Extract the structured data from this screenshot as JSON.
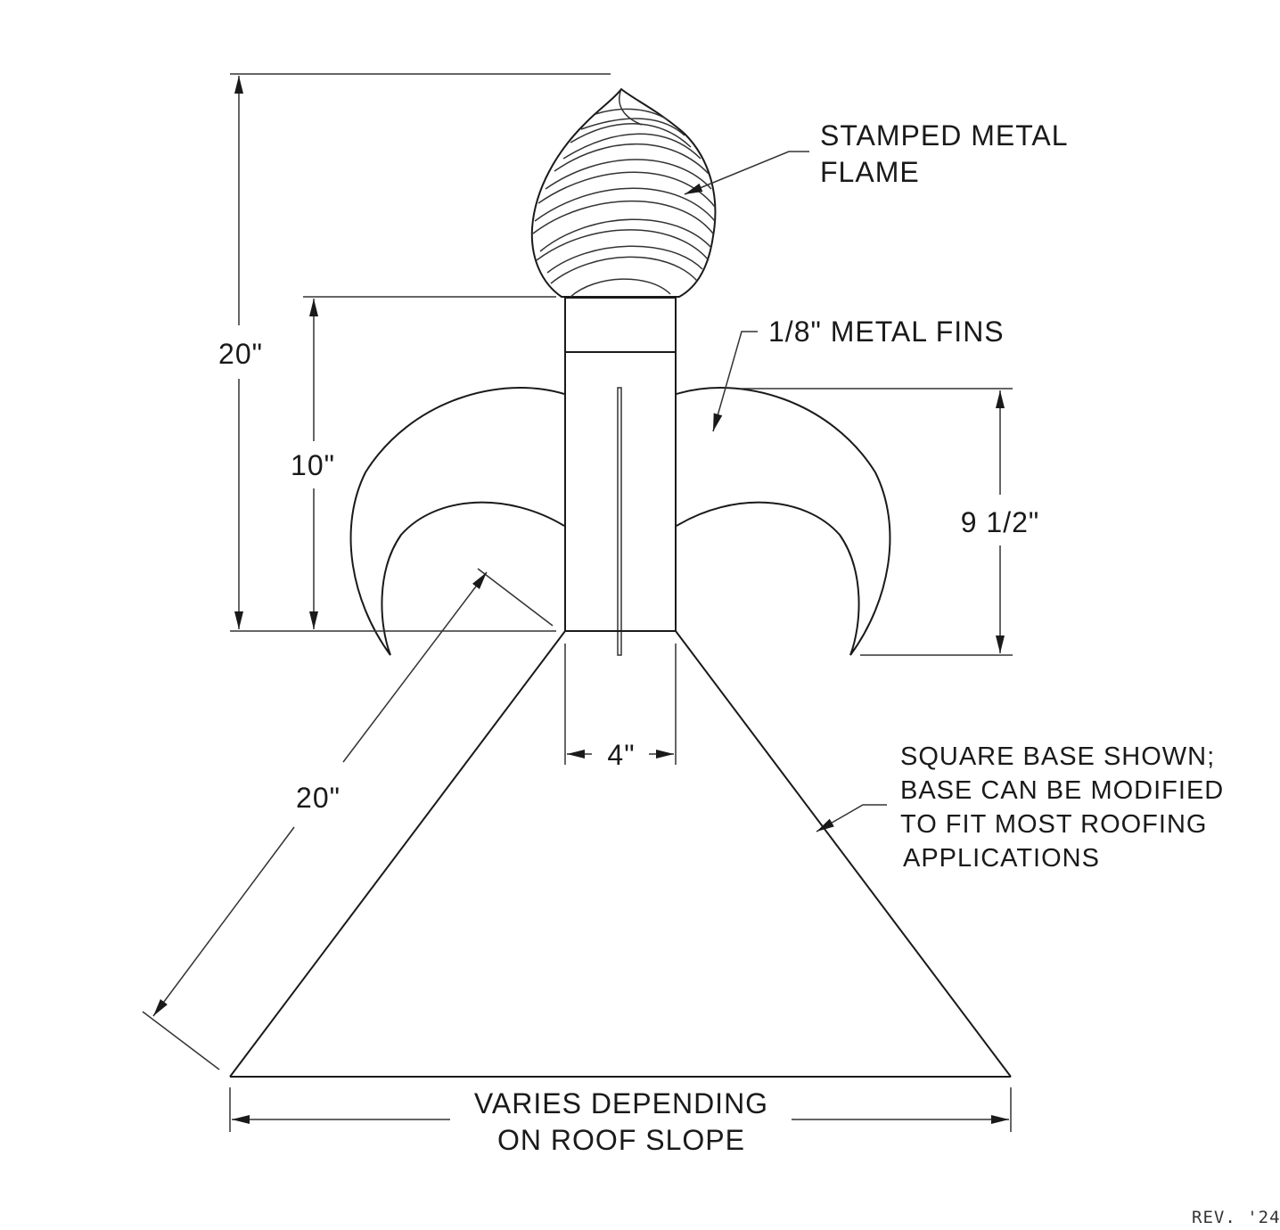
{
  "labels": {
    "flame_line1": "STAMPED METAL",
    "flame_line2": "FLAME",
    "fins": "1/8\" METAL FINS",
    "overall_height": "20\"",
    "post_height": "10\"",
    "fin_height": "9 1/2\"",
    "post_width": "4\"",
    "base_slope": "20\"",
    "base_note_line1": "SQUARE BASE SHOWN;",
    "base_note_line2": "BASE CAN BE MODIFIED",
    "base_note_line3": "TO FIT MOST ROOFING",
    "base_note_line4": "APPLICATIONS",
    "base_width_line1": "VARIES DEPENDING",
    "base_width_line2": "ON ROOF SLOPE",
    "revision": "REV. '24"
  }
}
